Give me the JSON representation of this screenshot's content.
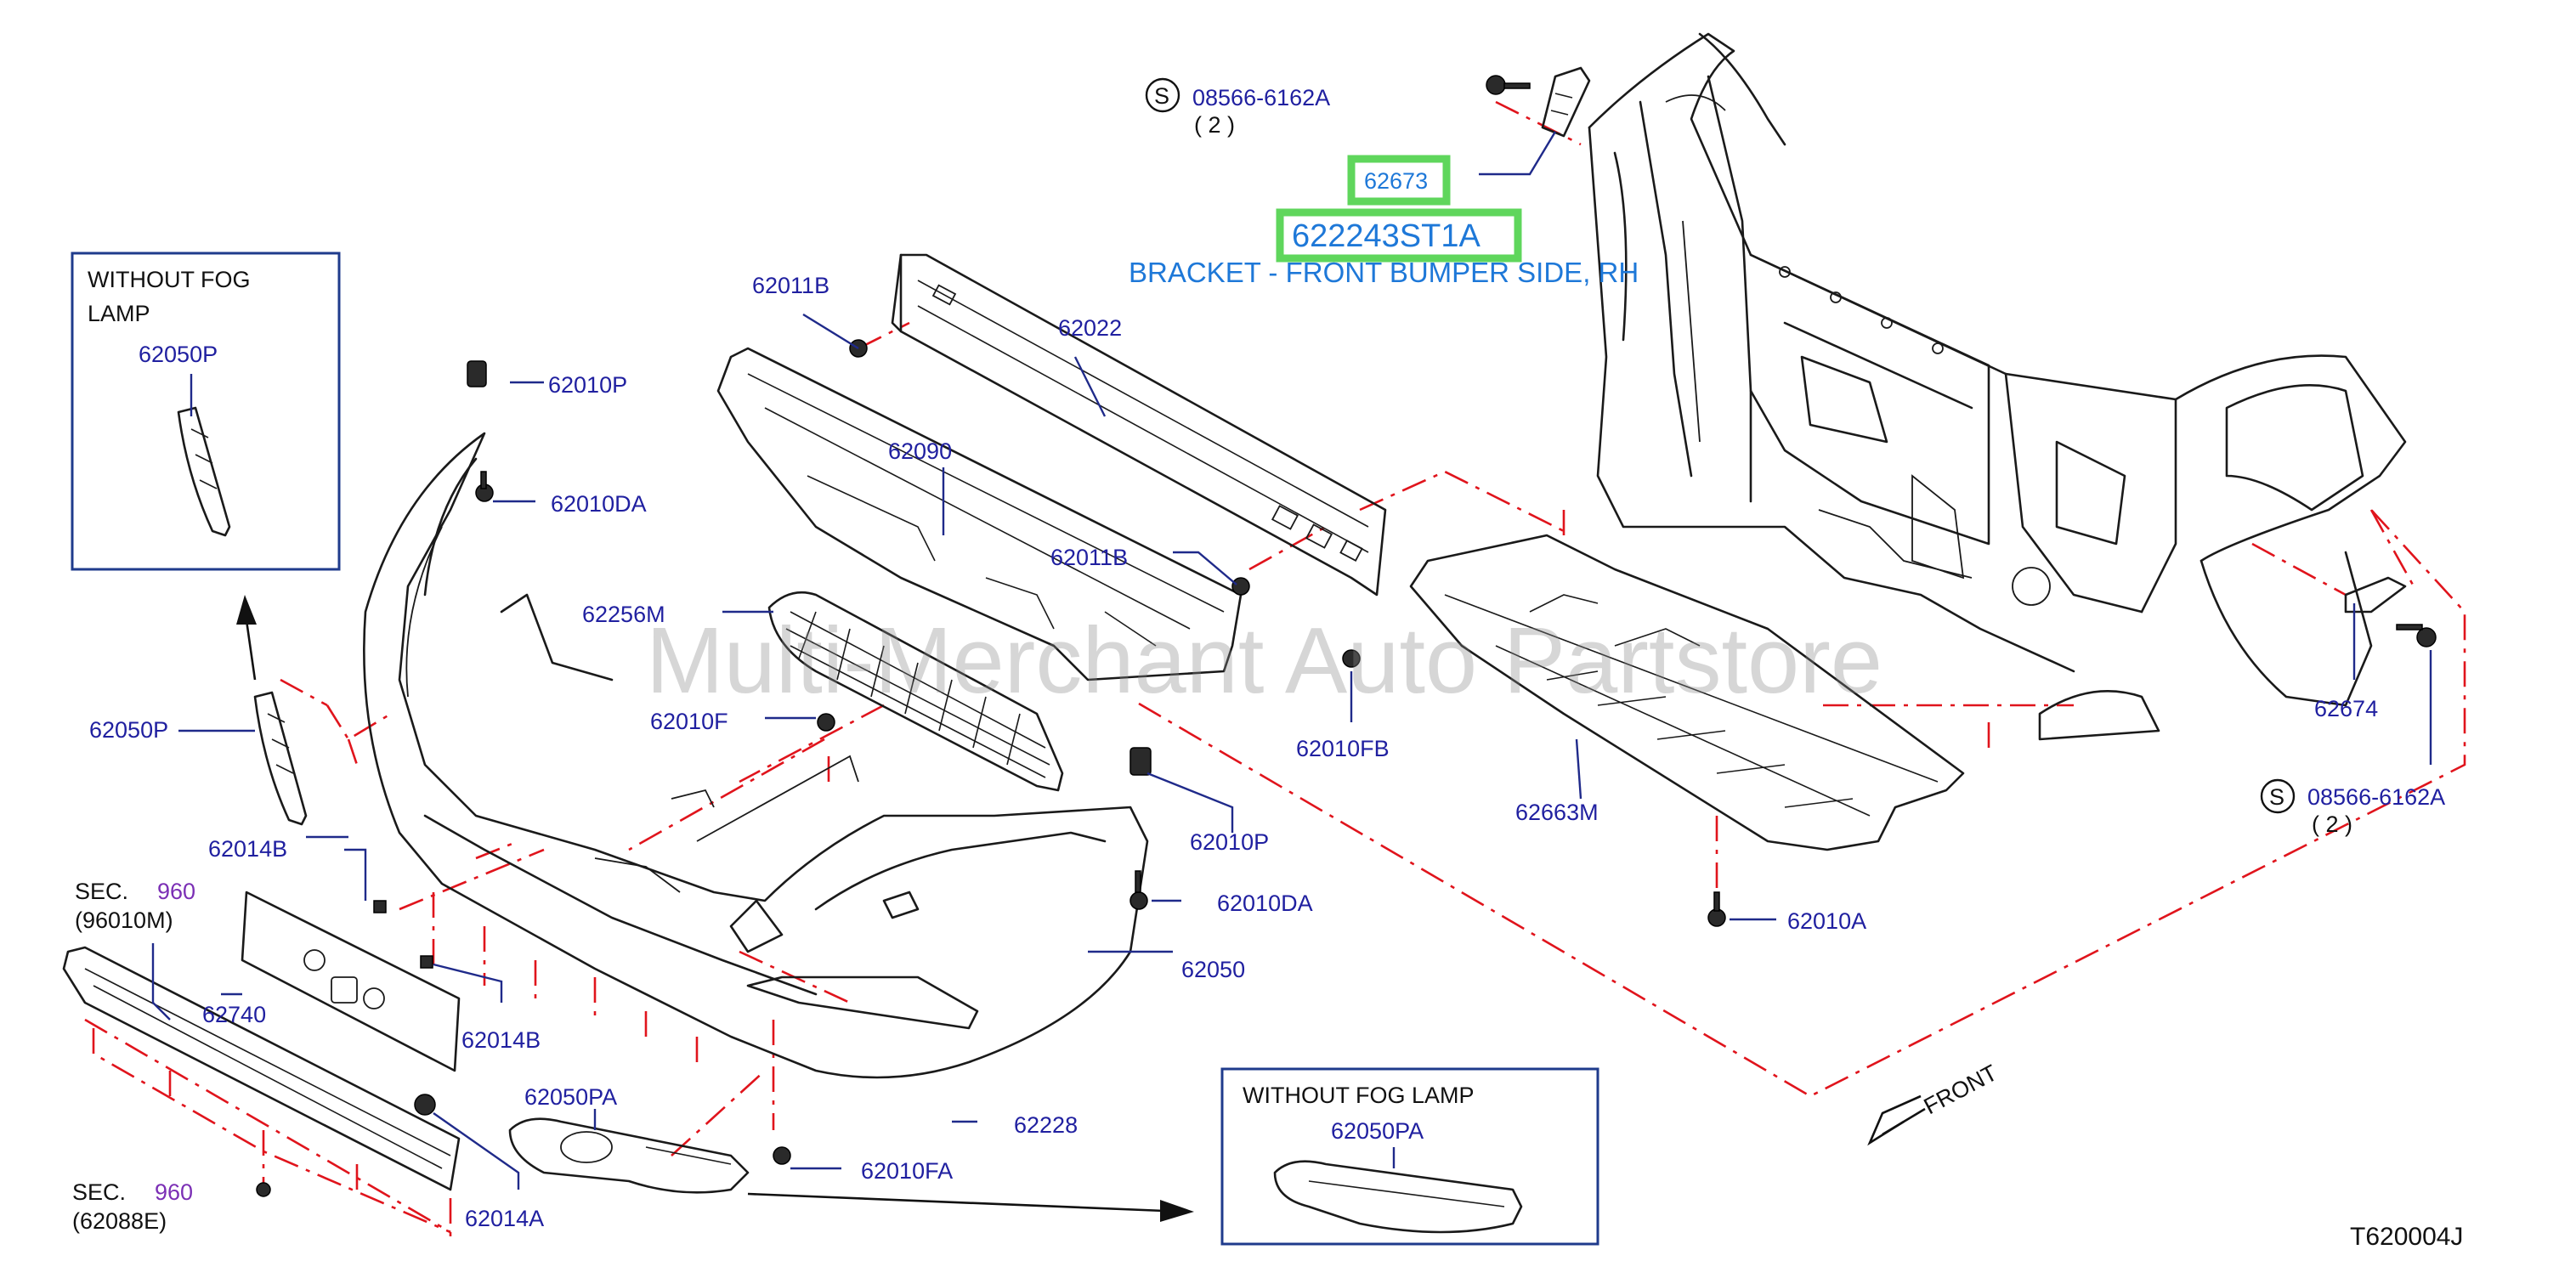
{
  "colors": {
    "part_label": "#2020a0",
    "section_number": "#7b2fb5",
    "highlight_label": "#1e78d8",
    "highlight_box": "#5fd65c",
    "red_dashed": "#e0141c",
    "frame_box": "#1f3b8c"
  },
  "callouts": {
    "highlight_part": "62673",
    "highlight_code": "622243ST1A",
    "highlight_description": "BRACKET - FRONT BUMPER SIDE, RH"
  },
  "parts": {
    "p62011B_top": "62011B",
    "p62022": "62022",
    "p62090": "62090",
    "p62011B_mid": "62011B",
    "p62010P_left": "62010P",
    "p62010DA_left": "62010DA",
    "p62256M": "62256M",
    "p62010F": "62010F",
    "p62010FB": "62010FB",
    "p62663M": "62663M",
    "p62674": "62674",
    "p62010A": "62010A",
    "p62050P": "62050P",
    "p62014B_left": "62014B",
    "p62010P_right": "62010P",
    "p62010DA_right": "62010DA",
    "p62050": "62050",
    "p62740": "62740",
    "p62014B_bottom": "62014B",
    "p62050PA": "62050PA",
    "p62228": "62228",
    "p62010FA": "62010FA",
    "p62014A": "62014A"
  },
  "screws": {
    "s_icon": "S",
    "top_part": "08566-6162A",
    "top_qty": "( 2 )",
    "right_part": "08566-6162A",
    "right_qty": "( 2 )"
  },
  "sections": {
    "sec_label": "SEC.",
    "sec1_number": "960",
    "sec1_ref": "(96010M)",
    "sec2_number": "960",
    "sec2_ref": "(62088E)"
  },
  "inset_boxes": {
    "left_title_line1": "WITHOUT  FOG",
    "left_title_line2": "LAMP",
    "left_part": "62050P",
    "bottom_title": "WITHOUT  FOG  LAMP",
    "bottom_part": "62050PA"
  },
  "direction": {
    "front": "FRONT"
  },
  "footer": {
    "diagram_code": "T620004J"
  },
  "watermark": {
    "text": "Multi-Merchant Auto Partstore"
  }
}
